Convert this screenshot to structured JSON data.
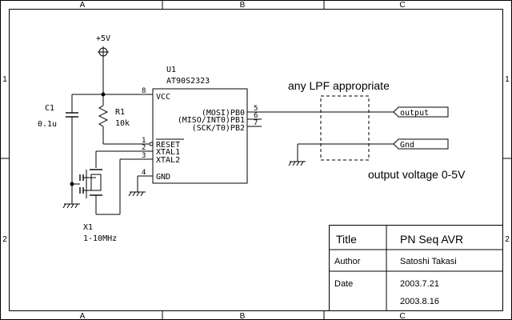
{
  "frame": {
    "col_labels": [
      "A",
      "B",
      "C"
    ],
    "row_labels": [
      "1",
      "2"
    ]
  },
  "power": {
    "label": "+5V"
  },
  "ic": {
    "ref": "U1",
    "part": "AT90S2323",
    "pins_left": [
      {
        "num": "8",
        "name": "VCC"
      },
      {
        "num": "1",
        "name": "RESET"
      },
      {
        "num": "2",
        "name": "XTAL1"
      },
      {
        "num": "3",
        "name": "XTAL2"
      },
      {
        "num": "4",
        "name": "GND"
      }
    ],
    "pins_right": [
      {
        "num": "5",
        "name": "(MOSI)PB0"
      },
      {
        "num": "6",
        "name": "(MISO/INT0)PB1"
      },
      {
        "num": "7",
        "name": "(SCK/T0)PB2"
      }
    ]
  },
  "c1": {
    "ref": "C1",
    "value": "0.1u"
  },
  "r1": {
    "ref": "R1",
    "value": "10k"
  },
  "x1": {
    "ref": "X1",
    "value": "1-10MHz"
  },
  "ports": {
    "output": "output",
    "gnd": "Gnd"
  },
  "notes": {
    "lpf": "any LPF appropriate",
    "voltage": "output voltage 0-5V"
  },
  "title_block": {
    "title_label": "Title",
    "title_value": "PN Seq AVR",
    "author_label": "Author",
    "author_value": "Satoshi Takasi",
    "date_label": "Date",
    "dates": [
      "2003.7.21",
      "2003.8.16"
    ]
  }
}
